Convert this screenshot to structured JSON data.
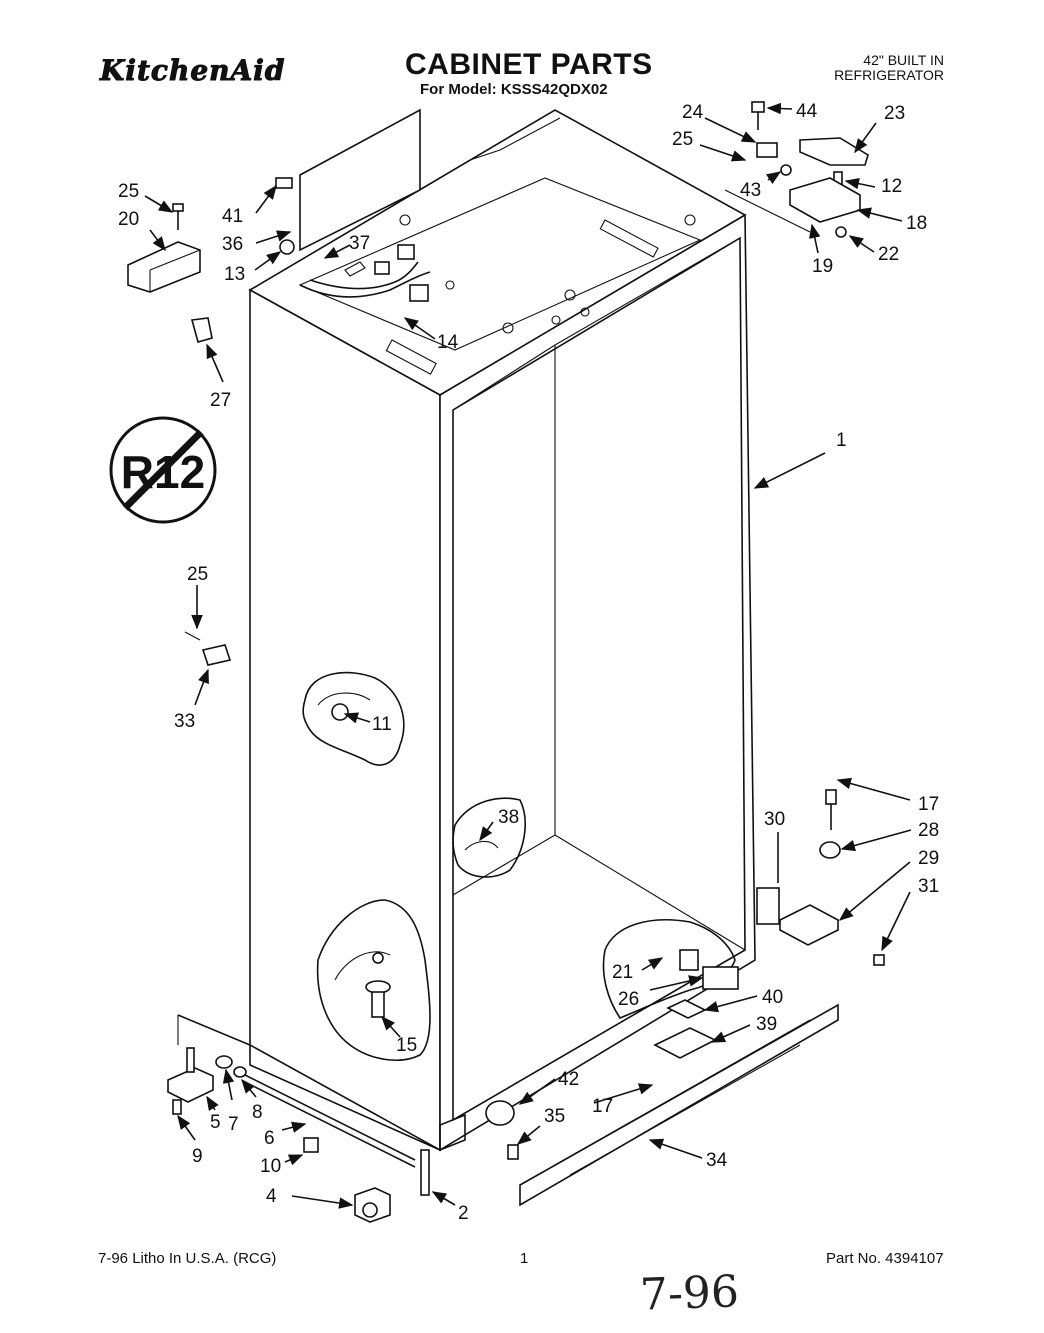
{
  "header": {
    "brand": "KitchenAid",
    "title": "CABINET PARTS",
    "model": "For Model: KSSS42QDX02",
    "product_line1": "42\" BUILT IN",
    "product_line2": "REFRIGERATOR"
  },
  "badge": {
    "text": "R12"
  },
  "callouts": [
    {
      "id": "c1",
      "label": "1"
    },
    {
      "id": "c2",
      "label": "2"
    },
    {
      "id": "c4",
      "label": "4"
    },
    {
      "id": "c5",
      "label": "5"
    },
    {
      "id": "c6",
      "label": "6"
    },
    {
      "id": "c7",
      "label": "7"
    },
    {
      "id": "c8",
      "label": "8"
    },
    {
      "id": "c9",
      "label": "9"
    },
    {
      "id": "c10",
      "label": "10"
    },
    {
      "id": "c11",
      "label": "11"
    },
    {
      "id": "c12",
      "label": "12"
    },
    {
      "id": "c13",
      "label": "13"
    },
    {
      "id": "c14",
      "label": "14"
    },
    {
      "id": "c15",
      "label": "15"
    },
    {
      "id": "c17a",
      "label": "17"
    },
    {
      "id": "c17b",
      "label": "17"
    },
    {
      "id": "c18",
      "label": "18"
    },
    {
      "id": "c19",
      "label": "19"
    },
    {
      "id": "c20",
      "label": "20"
    },
    {
      "id": "c21",
      "label": "21"
    },
    {
      "id": "c22",
      "label": "22"
    },
    {
      "id": "c23",
      "label": "23"
    },
    {
      "id": "c24",
      "label": "24"
    },
    {
      "id": "c25a",
      "label": "25"
    },
    {
      "id": "c25b",
      "label": "25"
    },
    {
      "id": "c25c",
      "label": "25"
    },
    {
      "id": "c26",
      "label": "26"
    },
    {
      "id": "c27",
      "label": "27"
    },
    {
      "id": "c28",
      "label": "28"
    },
    {
      "id": "c29",
      "label": "29"
    },
    {
      "id": "c30",
      "label": "30"
    },
    {
      "id": "c31",
      "label": "31"
    },
    {
      "id": "c33",
      "label": "33"
    },
    {
      "id": "c34",
      "label": "34"
    },
    {
      "id": "c35",
      "label": "35"
    },
    {
      "id": "c36",
      "label": "36"
    },
    {
      "id": "c37",
      "label": "37"
    },
    {
      "id": "c38",
      "label": "38"
    },
    {
      "id": "c39",
      "label": "39"
    },
    {
      "id": "c40",
      "label": "40"
    },
    {
      "id": "c41",
      "label": "41"
    },
    {
      "id": "c42",
      "label": "42"
    },
    {
      "id": "c43",
      "label": "43"
    },
    {
      "id": "c44",
      "label": "44"
    }
  ],
  "footer": {
    "print_info": "7-96 Litho In U.S.A. (RCG)",
    "page_number": "1",
    "part_number": "Part No. 4394107",
    "handwritten": "7-96"
  }
}
